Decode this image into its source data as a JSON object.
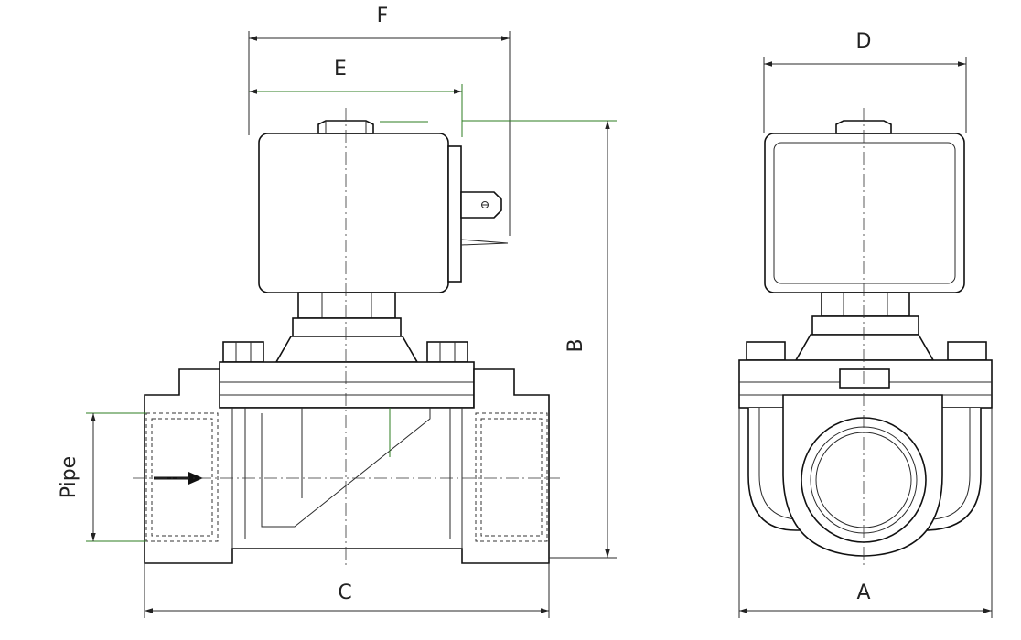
{
  "dimension_labels": {
    "f": "F",
    "e": "E",
    "d": "D",
    "b": "B",
    "c": "C",
    "a": "A",
    "pipe": "Pipe"
  },
  "colors": {
    "outline": "#111111",
    "dimension_line": "#2e7d22",
    "background": "#ffffff"
  }
}
